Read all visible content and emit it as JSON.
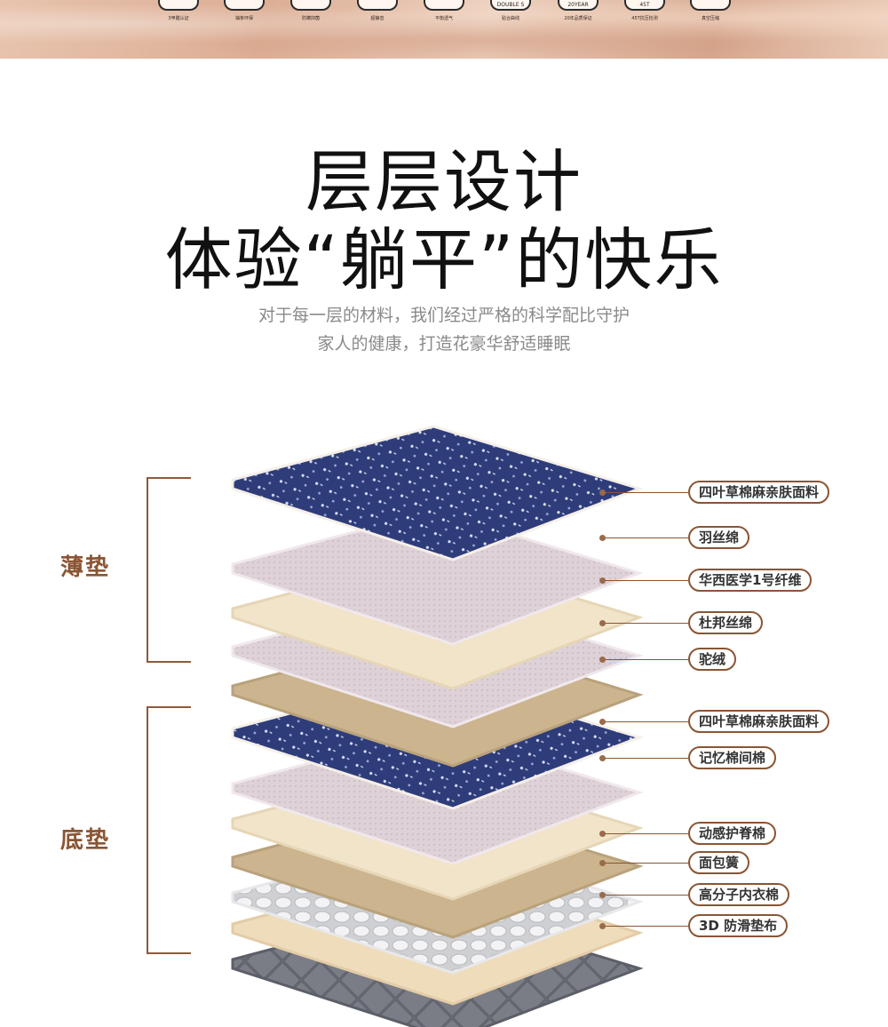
{
  "banner": {
    "badges": [
      {
        "text": "",
        "caption": "3甲醛认证"
      },
      {
        "text": "",
        "caption": "抽条环保"
      },
      {
        "text": "",
        "caption": "防螨抑菌"
      },
      {
        "text": "",
        "caption": "超静音"
      },
      {
        "text": "",
        "caption": "平衡透气"
      },
      {
        "text": "DOUBLE S",
        "caption": "贴合曲线"
      },
      {
        "text": "20YEAR",
        "caption": "20年品质保证"
      },
      {
        "text": "45T",
        "caption": "45T抗压检测"
      },
      {
        "text": "",
        "caption": "真空压缩"
      }
    ]
  },
  "heading": {
    "line1": "层层设计",
    "line2": "体验“躺平”的快乐",
    "sub1": "对于每一层的材料，我们经过严格的科学配比守护",
    "sub2": "家人的健康，打造花豪华舒适睡眠"
  },
  "groups": {
    "top": "薄垫",
    "bottom": "底垫"
  },
  "layers": [
    "四叶草棉麻亲肤面料",
    "羽丝绵",
    "华西医学1号纤维",
    "杜邦丝绵",
    "驼绒",
    "四叶草棉麻亲肤面料",
    "记忆棉间棉",
    "动感护脊棉",
    "面包簧",
    "高分子内衣棉",
    "3D 防滑垫布"
  ],
  "colors": {
    "accent": "#8a5533",
    "denim": "#2e3c7a",
    "lavender": "#ddd0d6",
    "cream": "#f1e4c9",
    "tan": "#cbb48e",
    "spring": "#dcdcdc",
    "grey": "#6e7079"
  }
}
